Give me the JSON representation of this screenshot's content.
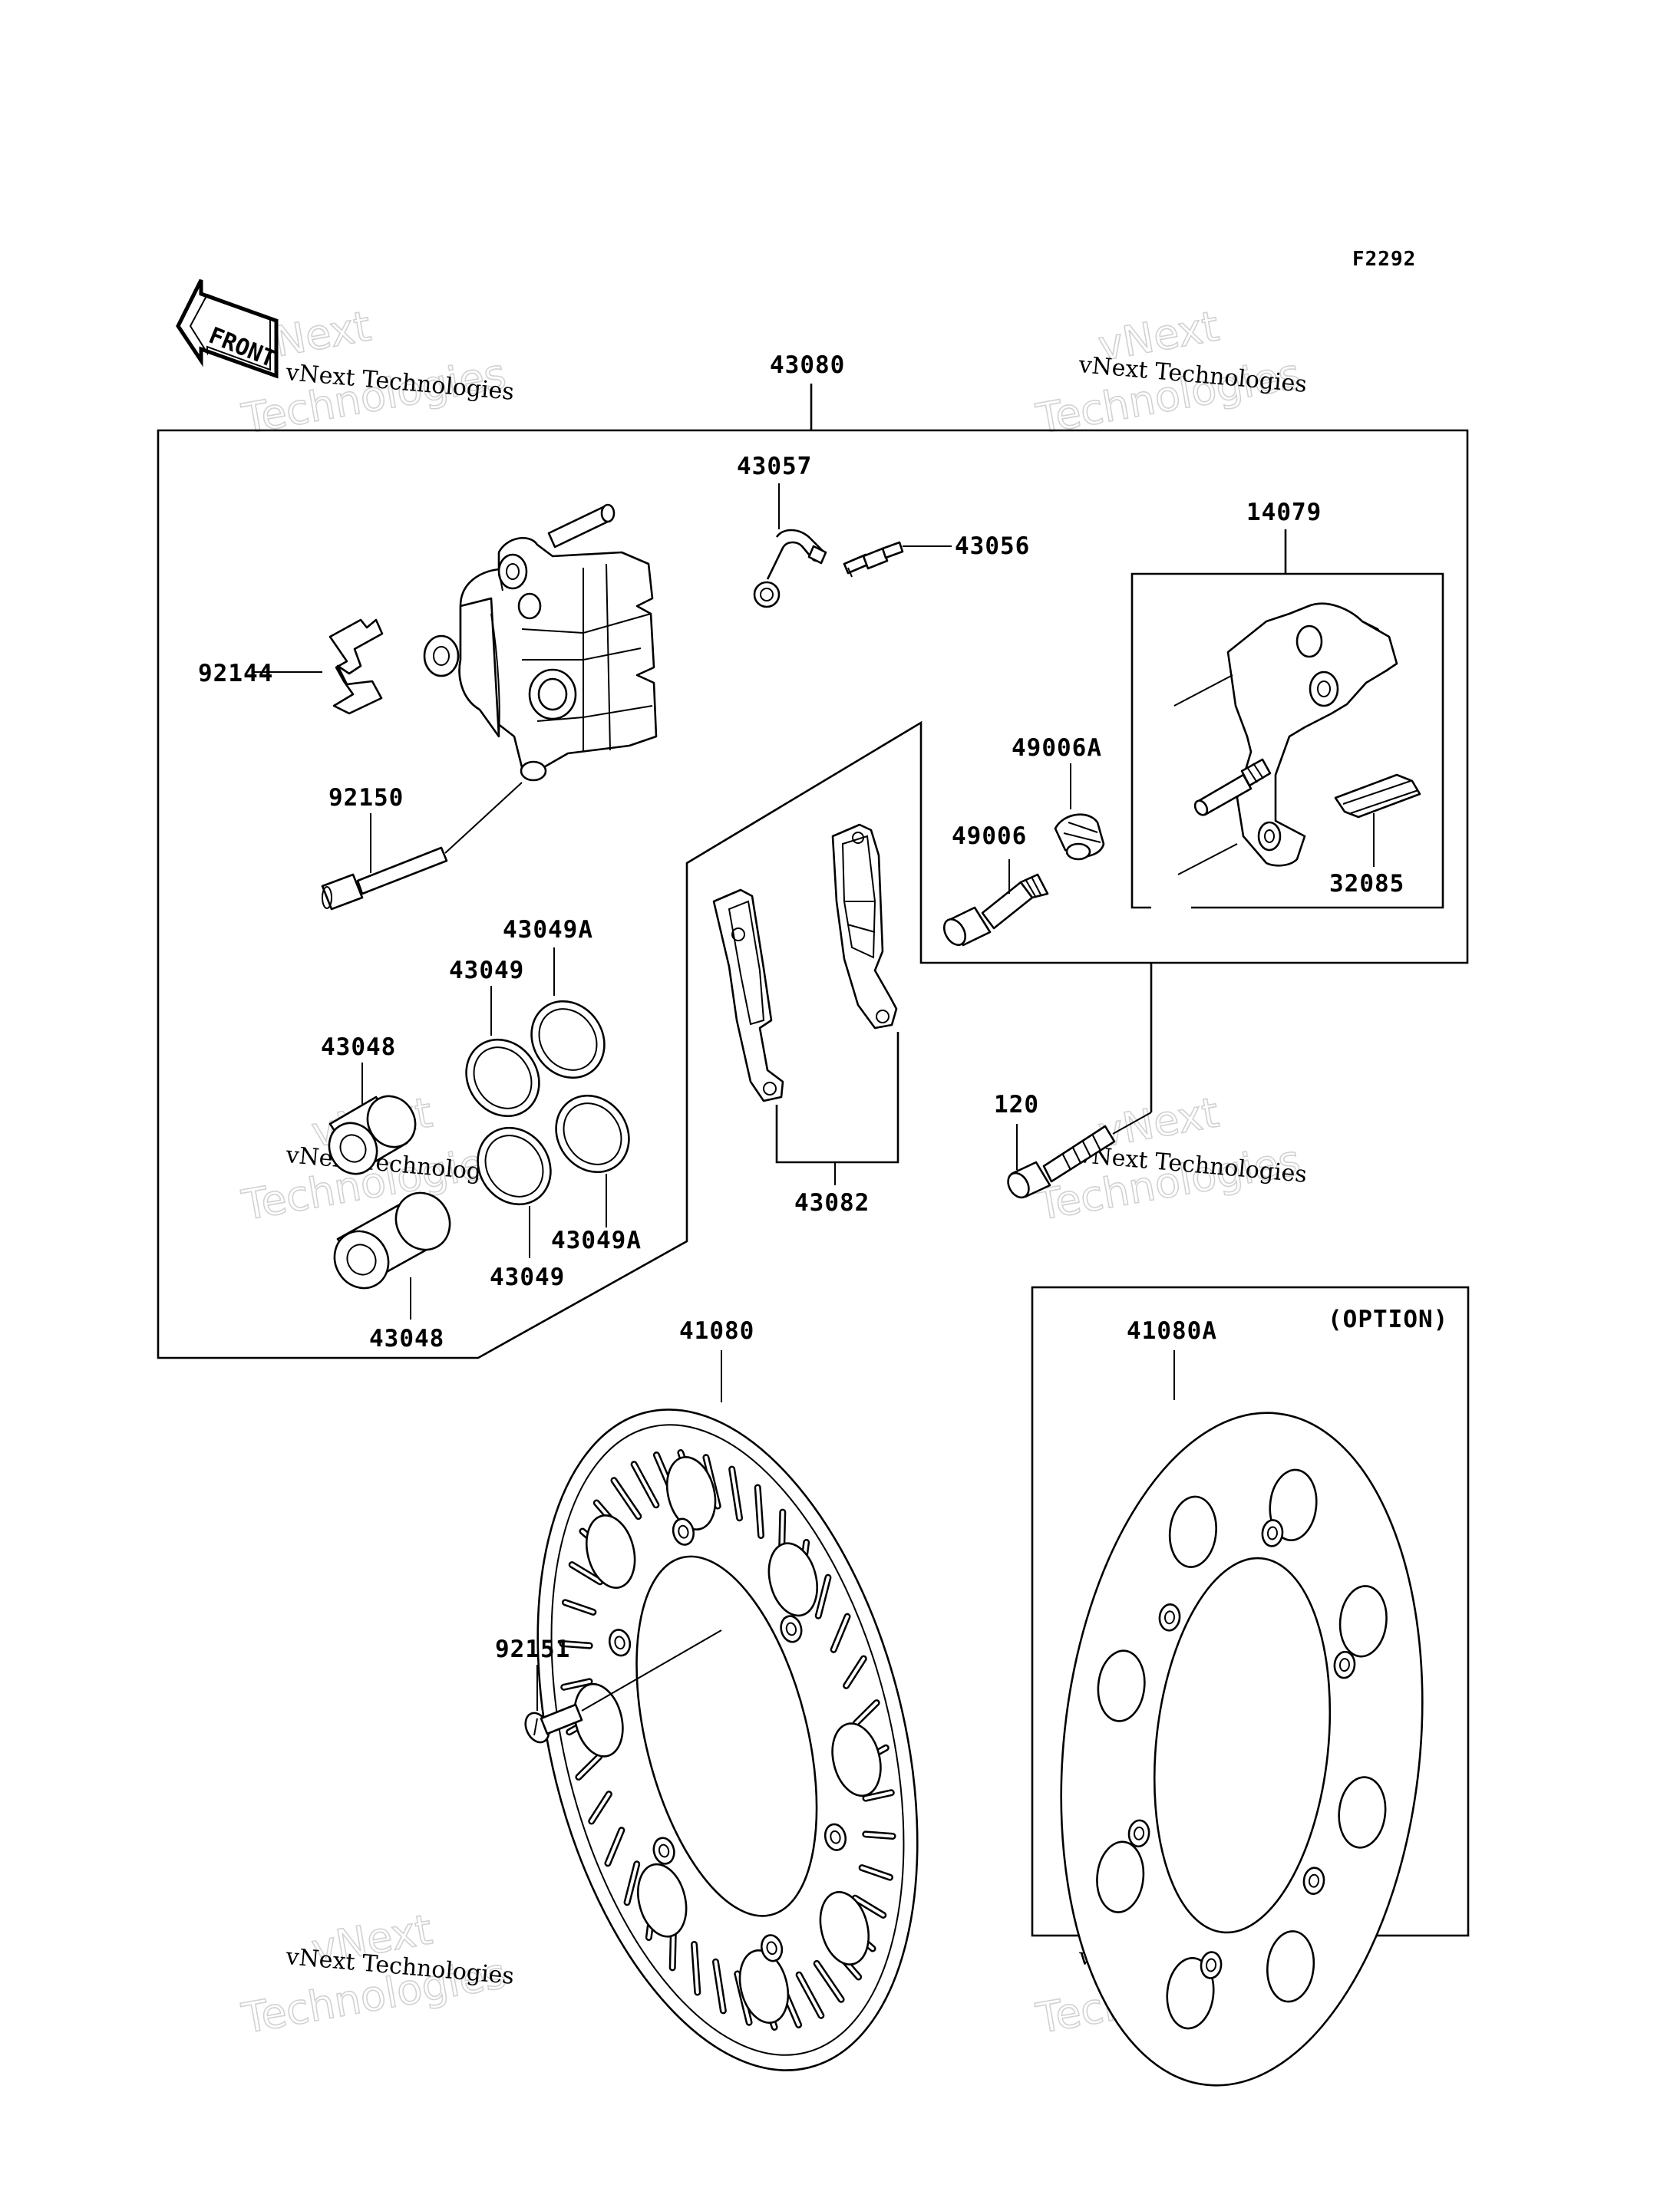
{
  "figure_code": "F2292",
  "front_badge": "FRONT",
  "option_label": "(OPTION)",
  "watermark": {
    "line1": "vNext Technologies",
    "line2_outline": "vNext",
    "line3_outline": "Technologies"
  },
  "callouts": {
    "p43080": "43080",
    "p43057": "43057",
    "p43056": "43056",
    "p14079": "14079",
    "p92144": "92144",
    "p92150": "92150",
    "p49006A": "49006A",
    "p49006": "49006",
    "p32085": "32085",
    "p43049A_top": "43049A",
    "p43049_top": "43049",
    "p43048_top": "43048",
    "p43082": "43082",
    "p120": "120",
    "p43049A_bottom": "43049A",
    "p43049_bottom": "43049",
    "p43048_bottom": "43048",
    "p41080": "41080",
    "p41080A": "41080A",
    "p92151": "92151"
  }
}
